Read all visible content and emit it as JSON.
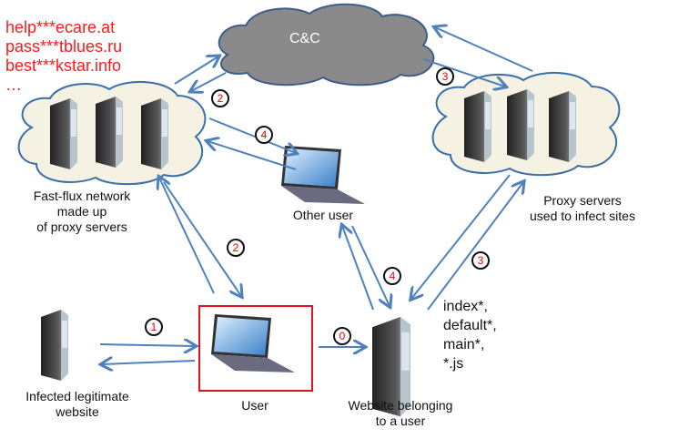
{
  "domains": [
    "help***ecare.at",
    "pass***tblues.ru",
    "best***kstar.info",
    "…"
  ],
  "nodes": {
    "cc": "C&C",
    "fastflux": [
      "Fast-flux network",
      "made up",
      "of proxy servers"
    ],
    "proxy": [
      "Proxy servers",
      "used to infect sites"
    ],
    "other_user": "Other user",
    "user": "User",
    "infected": [
      "Infected legitimate",
      "website"
    ],
    "website": [
      "Website belonging",
      "to a user"
    ]
  },
  "files": [
    "index*,",
    "default*,",
    "main*,",
    "*.js"
  ],
  "steps": [
    "0",
    "1",
    "2",
    "2",
    "3",
    "3",
    "4",
    "4"
  ],
  "colors": {
    "arrow": "#4f81bd",
    "highlight": "#e0141e",
    "step_text": "#ee0000",
    "domain_text": "#ff1a1a",
    "cc_cloud": "#8a8a8a"
  }
}
